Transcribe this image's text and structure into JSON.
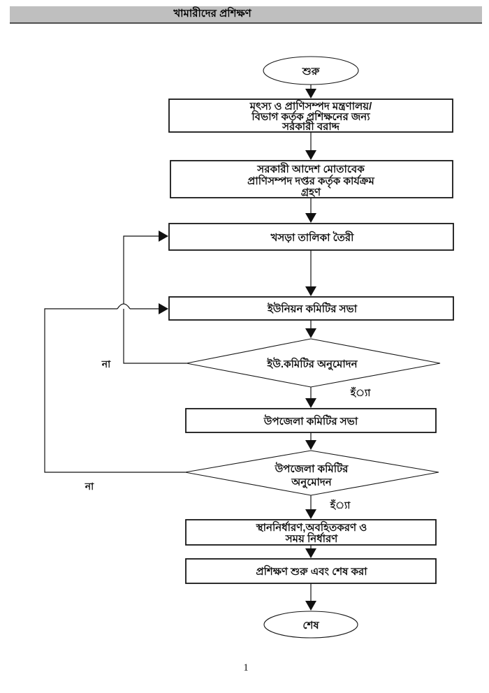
{
  "header": {
    "title": "খামারীদের প্রশিক্ষণ"
  },
  "page": {
    "number": "1"
  },
  "colors": {
    "header_bg": "#bfbfbf",
    "header_border": "#4f4f4f",
    "line": "#111111",
    "text": "#111111",
    "node_fill": "#ffffff"
  },
  "flowchart": {
    "nodes": {
      "start": {
        "label": "শুরু"
      },
      "ministry_allocation": {
        "lines": [
          "মৎস্য ও প্রাণিসম্পদ মন্ত্রণালয়/",
          "বিভাগ কর্তৃক প্রশিক্ষনের জন্য",
          "সরকারী বরাদ্দ"
        ]
      },
      "dept_action": {
        "lines": [
          "সরকারী আদেশ মোতাবেক",
          "প্রাণিসম্পদ দপ্তর কর্তৃক কার্যক্রম",
          "গ্রহণ"
        ]
      },
      "draft_list": {
        "label": "খসড়া তালিকা তৈরী"
      },
      "union_meeting": {
        "label": "ইউনিয়ন কমিটির সভা"
      },
      "union_approval": {
        "label": "ইউ.কমিটির অনুমোদন"
      },
      "upazila_meeting": {
        "label": "উপজেলা কমিটির সভা"
      },
      "upazila_approval": {
        "lines": [
          "উপজেলা কমিটির",
          "অনুমোদন"
        ]
      },
      "venue_notify_time": {
        "lines": [
          "স্থাননির্ধারণ,অবহিতকরণ ও",
          "সময় নির্ধারণ"
        ]
      },
      "training_start_end": {
        "label": "প্রশিক্ষণ শুরু এবং শেষ করা"
      },
      "end": {
        "label": "শেষ"
      }
    },
    "edge_labels": {
      "union_yes": "হঁ্যা",
      "union_no": "না",
      "upazila_yes": "হঁ্যা",
      "upazila_no": "না"
    }
  }
}
